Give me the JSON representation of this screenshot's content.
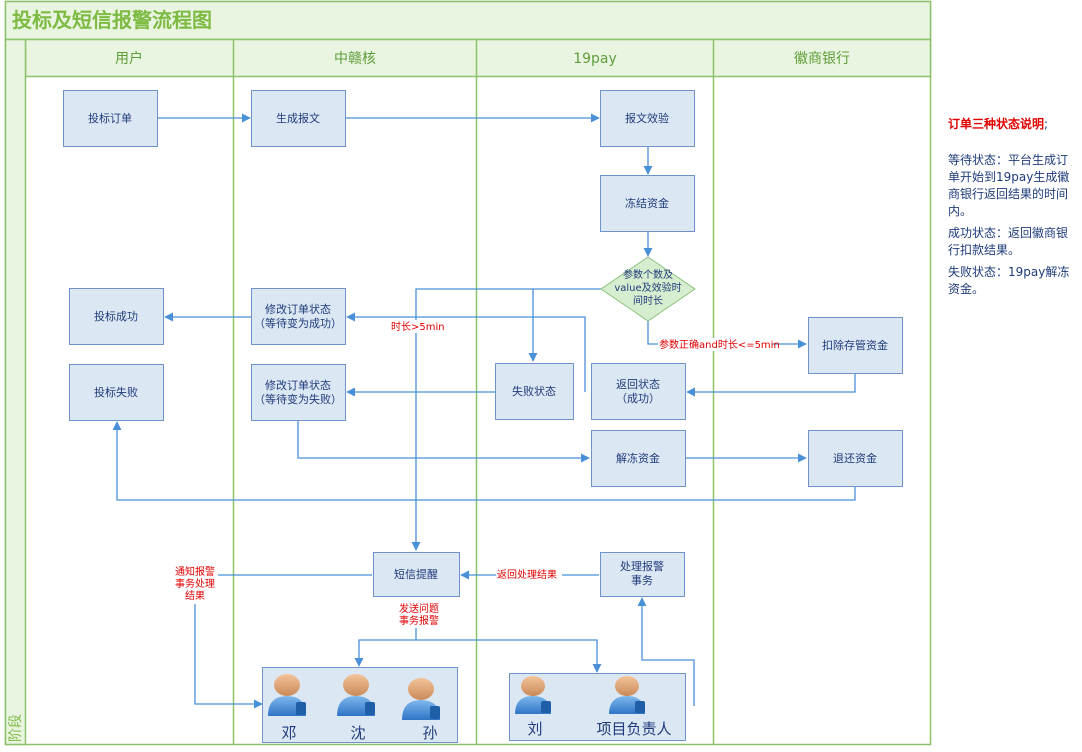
{
  "title": "投标及短信报警流程图",
  "stage_label": "阶段",
  "lanes": [
    "用户",
    "中赣核",
    "19pay",
    "徽商银行"
  ],
  "nodes": {
    "bid_order": "投标订单",
    "gen_msg": "生成报文",
    "msg_verify": "报文效验",
    "freeze": "冻结资金",
    "decision": [
      "参数个数及",
      "value及效验时",
      "间时长"
    ],
    "bid_success": "投标成功",
    "modify_success": [
      "修改订单状态",
      "（等待变为成功）"
    ],
    "fail_state": "失败状态",
    "return_state": [
      "返回状态",
      "（成功）"
    ],
    "deduct": "扣除存管资金",
    "bid_fail": "投标失败",
    "modify_fail": [
      "修改订单状态",
      "（等待变为失败）"
    ],
    "unfreeze": "解冻资金",
    "refund": "退还资金",
    "sms": "短信提醒",
    "handle_alarm": [
      "处理报警",
      "事务"
    ]
  },
  "edge_labels": {
    "timeout": "时长>5min",
    "ok": "参数正确and时长<=5min",
    "return_result": "返回处理结果",
    "notify": [
      "通知报警",
      "事务处理",
      "结果"
    ],
    "send_issue": [
      "发送问题",
      "事务报警"
    ]
  },
  "people": {
    "group1": [
      "邓",
      "沈",
      "孙"
    ],
    "group2": [
      "刘",
      "项目负责人"
    ]
  },
  "notes": {
    "title": "订单三种状态说明",
    "title_suffix": ";",
    "waiting": "等待状态：平台生成订单开始到19pay生成徽商银行返回结果的时间内。",
    "success": "成功状态：返回徽商银行扣款结果。",
    "failure": "失败状态：19pay解冻资金。"
  },
  "colors": {
    "lane_border": "#8CC26A",
    "header_fill": "#EAF5E1",
    "title_text": "#7DBB42",
    "box_fill": "#DCE7F4",
    "box_border": "#6F93C6",
    "edge": "#4A90D9",
    "decision_fill": "#D6EDD0",
    "decision_border": "#8BC27C",
    "label_red": "#E00000"
  }
}
